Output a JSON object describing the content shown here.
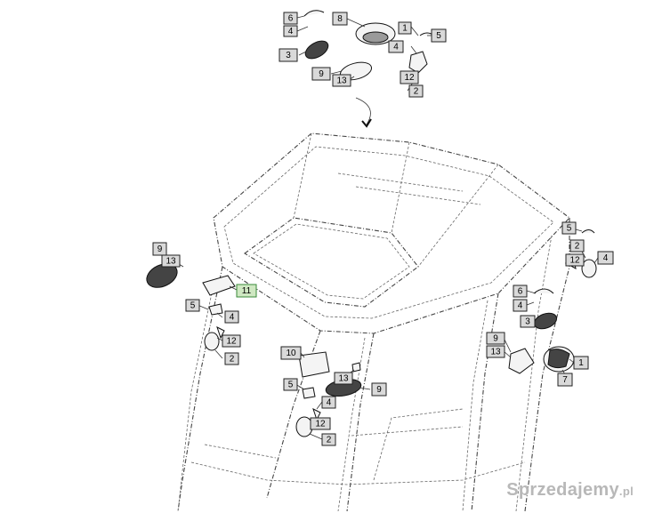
{
  "callouts": [
    {
      "label": "6"
    },
    {
      "label": "4"
    },
    {
      "label": "3"
    },
    {
      "label": "8"
    },
    {
      "label": "1"
    },
    {
      "label": "4"
    },
    {
      "label": "5"
    },
    {
      "label": "9"
    },
    {
      "label": "13"
    },
    {
      "label": "12"
    },
    {
      "label": "2"
    },
    {
      "label": "9"
    },
    {
      "label": "13"
    },
    {
      "label": "11"
    },
    {
      "label": "5"
    },
    {
      "label": "4"
    },
    {
      "label": "12"
    },
    {
      "label": "2"
    },
    {
      "label": "5"
    },
    {
      "label": "2"
    },
    {
      "label": "12"
    },
    {
      "label": "4"
    },
    {
      "label": "6"
    },
    {
      "label": "4"
    },
    {
      "label": "3"
    },
    {
      "label": "9"
    },
    {
      "label": "13"
    },
    {
      "label": "1"
    },
    {
      "label": "7"
    },
    {
      "label": "10"
    },
    {
      "label": "5"
    },
    {
      "label": "13"
    },
    {
      "label": "9"
    },
    {
      "label": "4"
    },
    {
      "label": "12"
    },
    {
      "label": "2"
    }
  ],
  "watermark": {
    "text": "Sprzedajemy",
    "suffix": ".pl"
  },
  "colors": {
    "callout_fill": "#d9d9d9",
    "highlight_fill": "#cfe8c2",
    "highlight_border": "#3a8a3a"
  }
}
